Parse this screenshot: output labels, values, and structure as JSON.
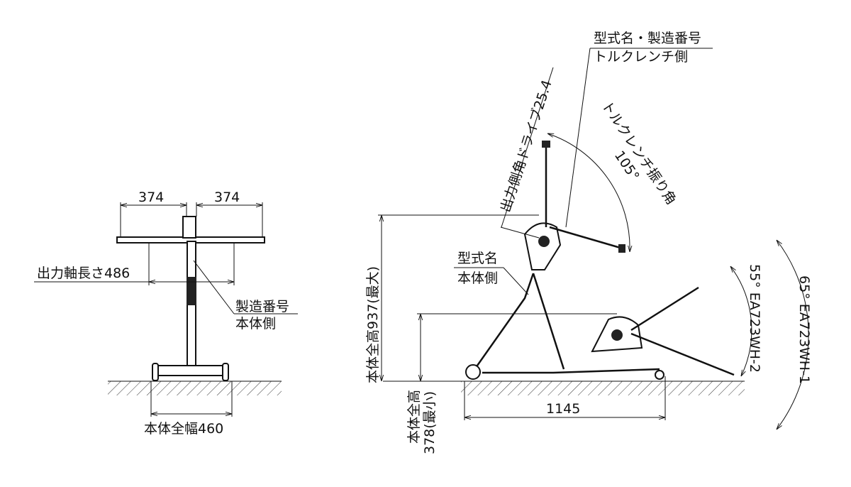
{
  "front_view": {
    "left_arm_width": "374",
    "right_arm_width": "374",
    "output_shaft_length": "出力軸長さ486",
    "serial_label_line1": "製造番号",
    "serial_label_line2": "本体側",
    "body_width": "本体全幅460"
  },
  "side_view": {
    "model_serial_line1": "型式名・製造番号",
    "model_serial_line2": "トルクレンチ側",
    "output_drive": "出力側角ドライブ25.4",
    "swing_angle_label": "トルクレンチ振り角",
    "swing_angle_value": "105°",
    "model_label_line1": "型式名",
    "model_label_line2": "本体側",
    "max_height": "本体全高937(最大)",
    "min_height_line1": "本体全高",
    "min_height_line2": "378(最小)",
    "length": "1145",
    "angle_wh2": "55° EA723WH-2",
    "angle_wh1": "65° EA723WH-1"
  }
}
